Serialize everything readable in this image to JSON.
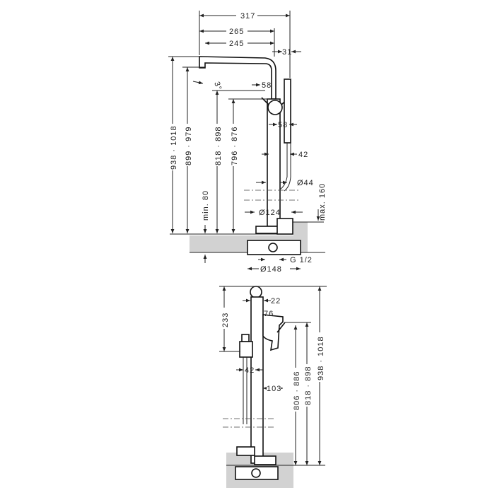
{
  "top_view": {
    "dims": {
      "width_317": "317",
      "width_265": "265",
      "width_245": "245",
      "offset_31": "31",
      "angle": "3°",
      "handle_58_a": "58",
      "handle_58_b": "58",
      "hose_42": "42",
      "diameter_44": "Ø44",
      "max_160": "max. 160",
      "diameter_124": "Ø124",
      "thread": "G 1/2",
      "diameter_148": "Ø148",
      "height_total": "938 · 1018",
      "height_outlet": "899 · 979",
      "min_80": "min. 80",
      "height_818": "818 · 898",
      "height_796": "796 · 876"
    }
  },
  "side_view": {
    "dims": {
      "height_233": "233",
      "width_22": "22",
      "width_76": "76",
      "width_42": "42",
      "width_103": "103",
      "height_806": "806 · 886",
      "height_818": "818 · 898",
      "height_total": "938 · 1018"
    }
  },
  "colors": {
    "line": "#222222",
    "floor": "#d2d2d2"
  }
}
